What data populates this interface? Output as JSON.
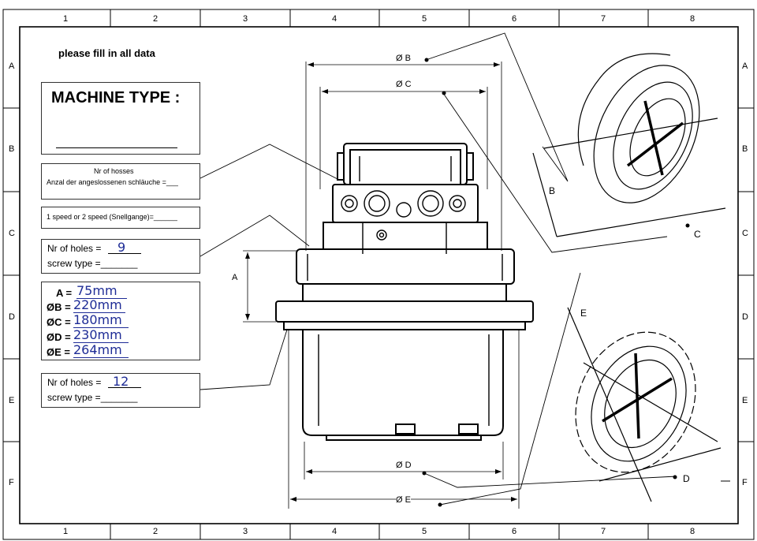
{
  "frame": {
    "columns": [
      "1",
      "2",
      "3",
      "4",
      "5",
      "6",
      "7",
      "8"
    ],
    "rows": [
      "A",
      "B",
      "C",
      "D",
      "E",
      "F"
    ]
  },
  "header": {
    "instruction": "please fill in all data"
  },
  "machine_type": {
    "label": "MACHINE TYPE :"
  },
  "hoses": {
    "line1": "Nr of hosses",
    "line2": "Anzal der angeslossenen schläuche =___"
  },
  "speed": {
    "label": "1 speed or 2 speed (Snellgange)=______"
  },
  "holes_top": {
    "label": "Nr of holes =",
    "value": "9",
    "screw_label": "screw type =_______"
  },
  "dimensions": {
    "items": [
      {
        "label": "A =",
        "value": "75mm"
      },
      {
        "label": "ØB =",
        "value": "220mm"
      },
      {
        "label": "ØC =",
        "value": "180mm"
      },
      {
        "label": "ØD =",
        "value": "230mm"
      },
      {
        "label": "ØE =",
        "value": "264mm"
      }
    ]
  },
  "holes_bottom": {
    "label": "Nr of holes =",
    "value": "12",
    "screw_label": "screw type =_______"
  },
  "drawing_labels": {
    "dia_b": "Ø B",
    "dia_c": "Ø C",
    "dia_d": "Ø D",
    "dia_e": "Ø E",
    "a": "A",
    "iso_b": "B",
    "iso_c": "C",
    "iso_d": "D",
    "iso_e": "E"
  },
  "colors": {
    "ink": "#000000",
    "handwriting": "#1e2c96"
  }
}
